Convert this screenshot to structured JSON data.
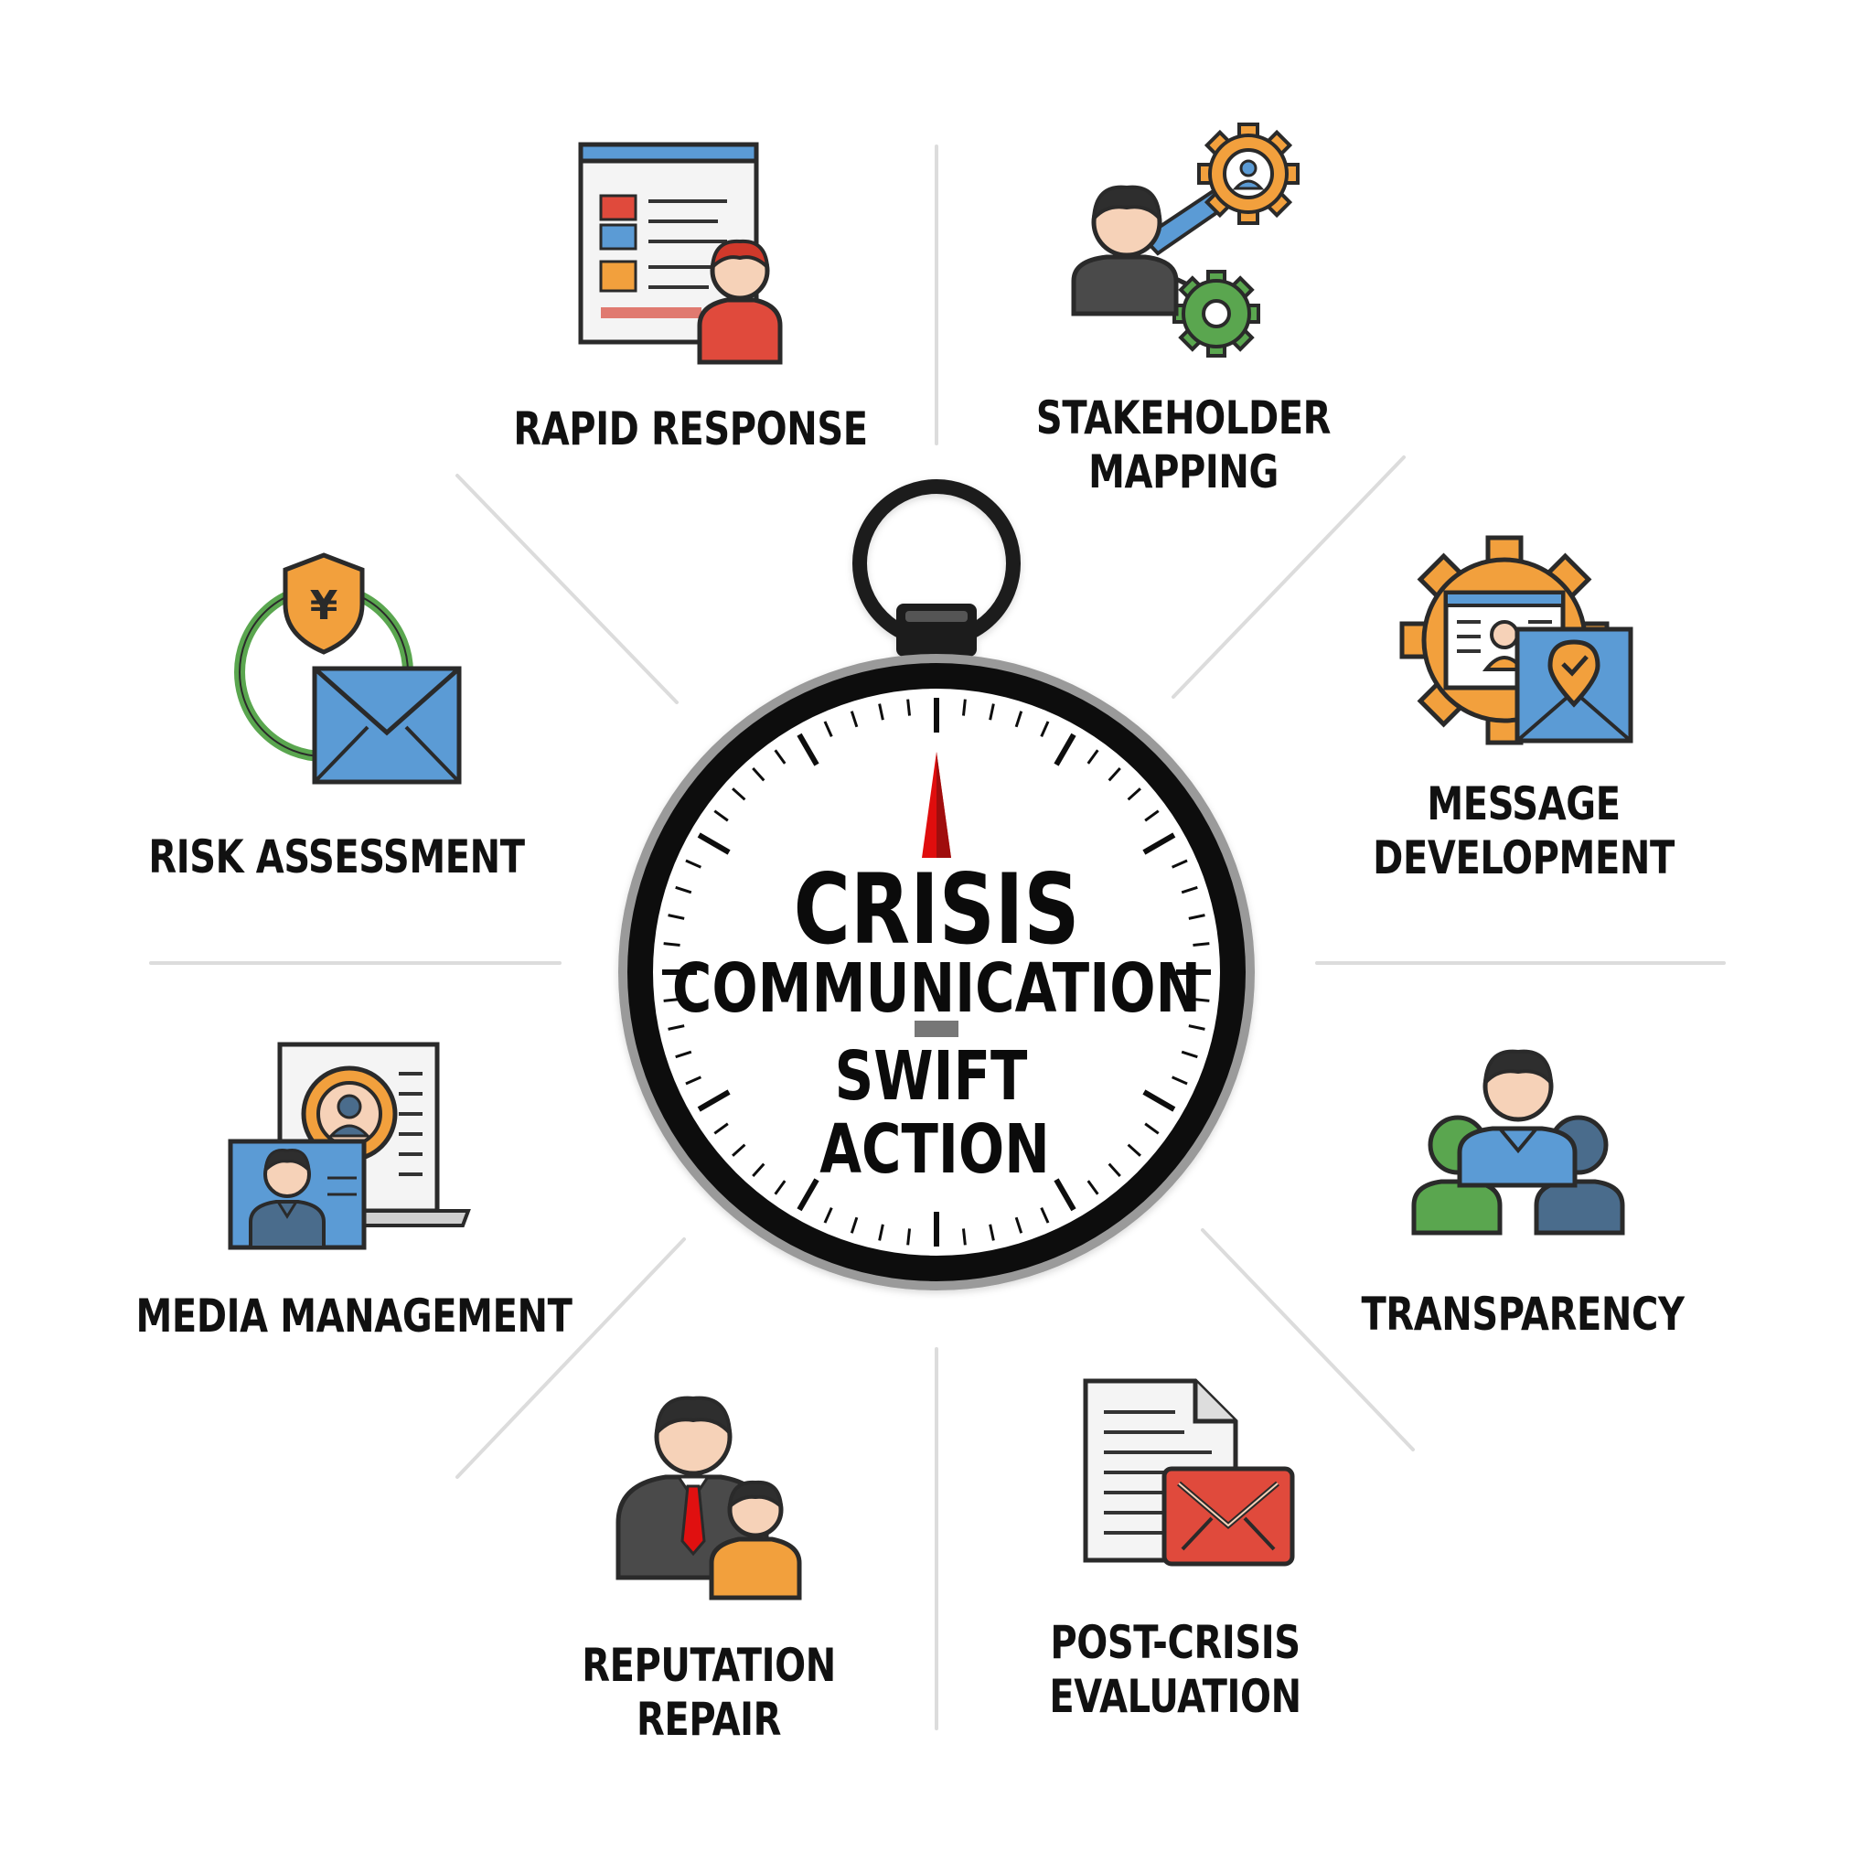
{
  "center": {
    "title": "CRISIS",
    "subtitle": "COMMUNICATION",
    "tagline_1": "SWIFT",
    "tagline_2": "ACTION"
  },
  "nodes": [
    {
      "id": "rapid-response",
      "line1": "RAPID RESPONSE",
      "line2": "",
      "icon": "document-person-icon"
    },
    {
      "id": "stakeholder-mapping",
      "line1": "STAKEHOLDER",
      "line2": "MAPPING",
      "icon": "person-gears-icon"
    },
    {
      "id": "message-development",
      "line1": "MESSAGE",
      "line2": "DEVELOPMENT",
      "icon": "gear-envelope-icon"
    },
    {
      "id": "transparency",
      "line1": "TRANSPARENCY",
      "line2": "",
      "icon": "team-icon"
    },
    {
      "id": "post-crisis-evaluation",
      "line1": "POST-CRISIS",
      "line2": "EVALUATION",
      "icon": "report-envelope-icon"
    },
    {
      "id": "reputation-repair",
      "line1": "REPUTATION",
      "line2": "REPAIR",
      "icon": "businessmen-icon"
    },
    {
      "id": "media-management",
      "line1": "MEDIA MANAGEMENT",
      "line2": "",
      "icon": "laptop-video-icon"
    },
    {
      "id": "risk-assessment",
      "line1": "RISK ASSESSMENT",
      "line2": "",
      "icon": "shield-envelope-icon"
    }
  ],
  "icon_symbols": {
    "shield": "¥"
  },
  "colors": {
    "red": "#e04a3c",
    "blue": "#5b9bd5",
    "orange": "#f2a03d",
    "green": "#5aa64f",
    "gray": "#4a4a4a",
    "divider": "#dcdcdc",
    "needle": "#e01010"
  }
}
